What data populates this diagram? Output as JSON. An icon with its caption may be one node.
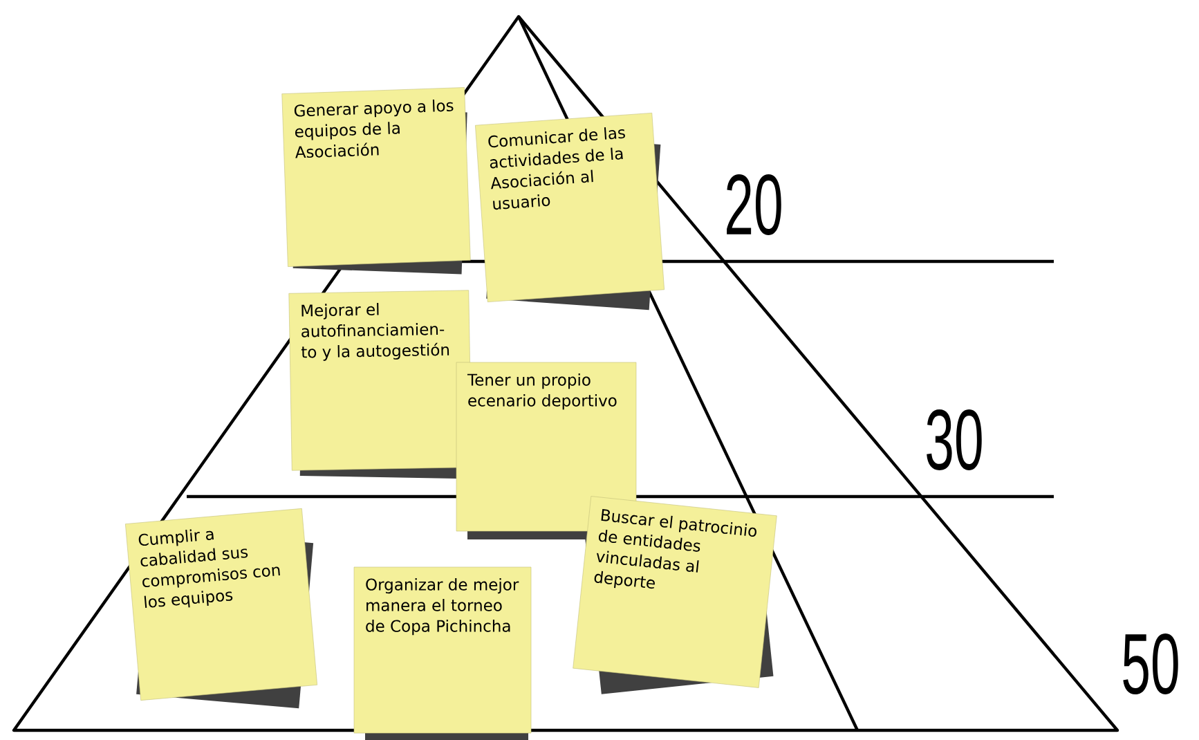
{
  "diagram": {
    "nodes": [
      {
        "text": [
          "Generar apoyo a los equipos de la Asociación"
        ]
      },
      {
        "text": [
          "Comunicar de las actividades de la Asociación al usuario"
        ]
      },
      {
        "text": [
          "Mejorar el autofinanciamien- to y la autogestión"
        ]
      },
      {
        "text": [
          "Tener un propio ecenario deportivo"
        ]
      },
      {
        "text": [
          "Cumplir a cabalidad sus compromisos con los equipos"
        ]
      },
      {
        "text": [
          "Organizar de mejor manera el torneo de Copa Pichincha"
        ]
      },
      {
        "text": [
          "Buscar el patrocinio de entidades vinculadas al deporte"
        ]
      }
    ],
    "labels": [
      "20",
      "30",
      "50"
    ]
  }
}
